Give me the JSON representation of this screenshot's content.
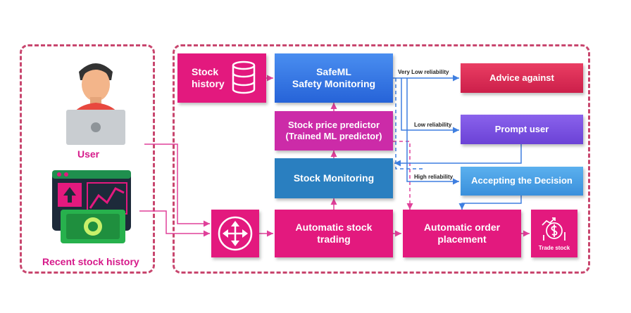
{
  "left_panel": {
    "user_label": "User",
    "recent_label": "Recent stock history"
  },
  "nodes": {
    "stock_history": [
      "Stock",
      "history"
    ],
    "safeml": [
      "SafeML",
      "Safety Monitoring"
    ],
    "predictor": [
      "Stock price predictor",
      "(Trained ML predictor)"
    ],
    "stock_monitoring": "Stock Monitoring",
    "auto_trading": [
      "Automatic stock",
      "trading"
    ],
    "auto_order": [
      "Automatic order",
      "placement"
    ],
    "trade_stock": "Trade stock",
    "advice_against": "Advice against",
    "prompt_user": "Prompt user",
    "accepting": "Accepting the Decision"
  },
  "edge_labels": {
    "very_low": "Very Low reliability",
    "low": "Low reliability",
    "high": "High reliability"
  },
  "colors": {
    "pink": "#e3197e",
    "magenta": "#cc2ba8",
    "blue": "#2a7fc0",
    "frame": "#c8466e"
  }
}
